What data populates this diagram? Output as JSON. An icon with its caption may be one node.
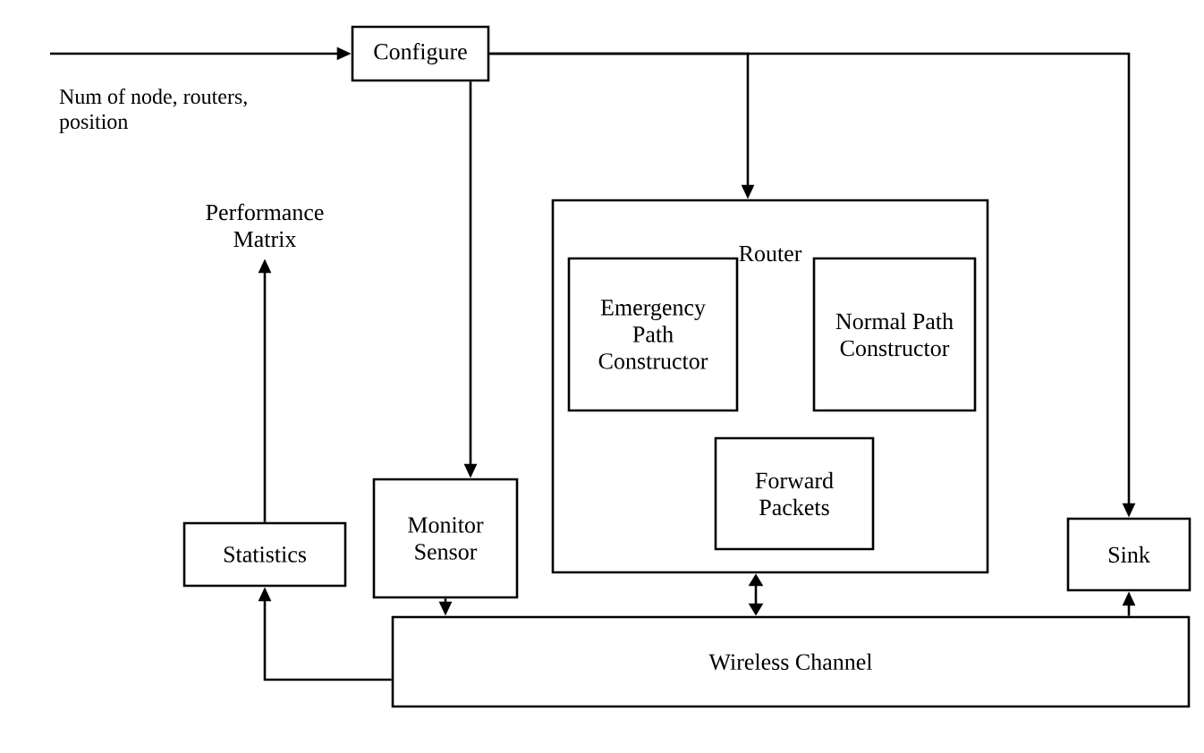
{
  "diagram": {
    "nodes": [
      {
        "text": [
          "Configure"
        ]
      },
      {
        "text": [
          "Router"
        ]
      },
      {
        "text": [
          "Emergency Path Constructor"
        ],
        "in": 1
      },
      {
        "text": [
          "Normal Path Constructor"
        ],
        "in": 1
      },
      {
        "text": [
          "Forward Packets"
        ],
        "in": 1
      },
      {
        "text": [
          "Performance Matrix"
        ]
      },
      {
        "text": [
          "Statistics"
        ]
      },
      {
        "text": [
          "Monitor Sensor"
        ]
      },
      {
        "text": [
          "Sink"
        ]
      },
      {
        "text": [
          "Wireless Channel"
        ]
      }
    ],
    "edges": [
      {
        "from": null,
        "to": 0,
        "arrow": "to",
        "label": "Num of node, routers, position"
      },
      {
        "from": 0,
        "to": 1,
        "arrow": "to"
      },
      {
        "from": 0,
        "to": 8,
        "arrow": "to"
      },
      {
        "from": 0,
        "to": 7,
        "arrow": "to"
      },
      {
        "from": 6,
        "to": 5,
        "arrow": "to"
      },
      {
        "from": 7,
        "to": 9,
        "arrow": "to"
      },
      {
        "from": 1,
        "to": 9,
        "arrow": "both"
      },
      {
        "from": 9,
        "to": 8,
        "arrow": "to"
      },
      {
        "from": 9,
        "to": 6,
        "arrow": "to"
      }
    ]
  }
}
